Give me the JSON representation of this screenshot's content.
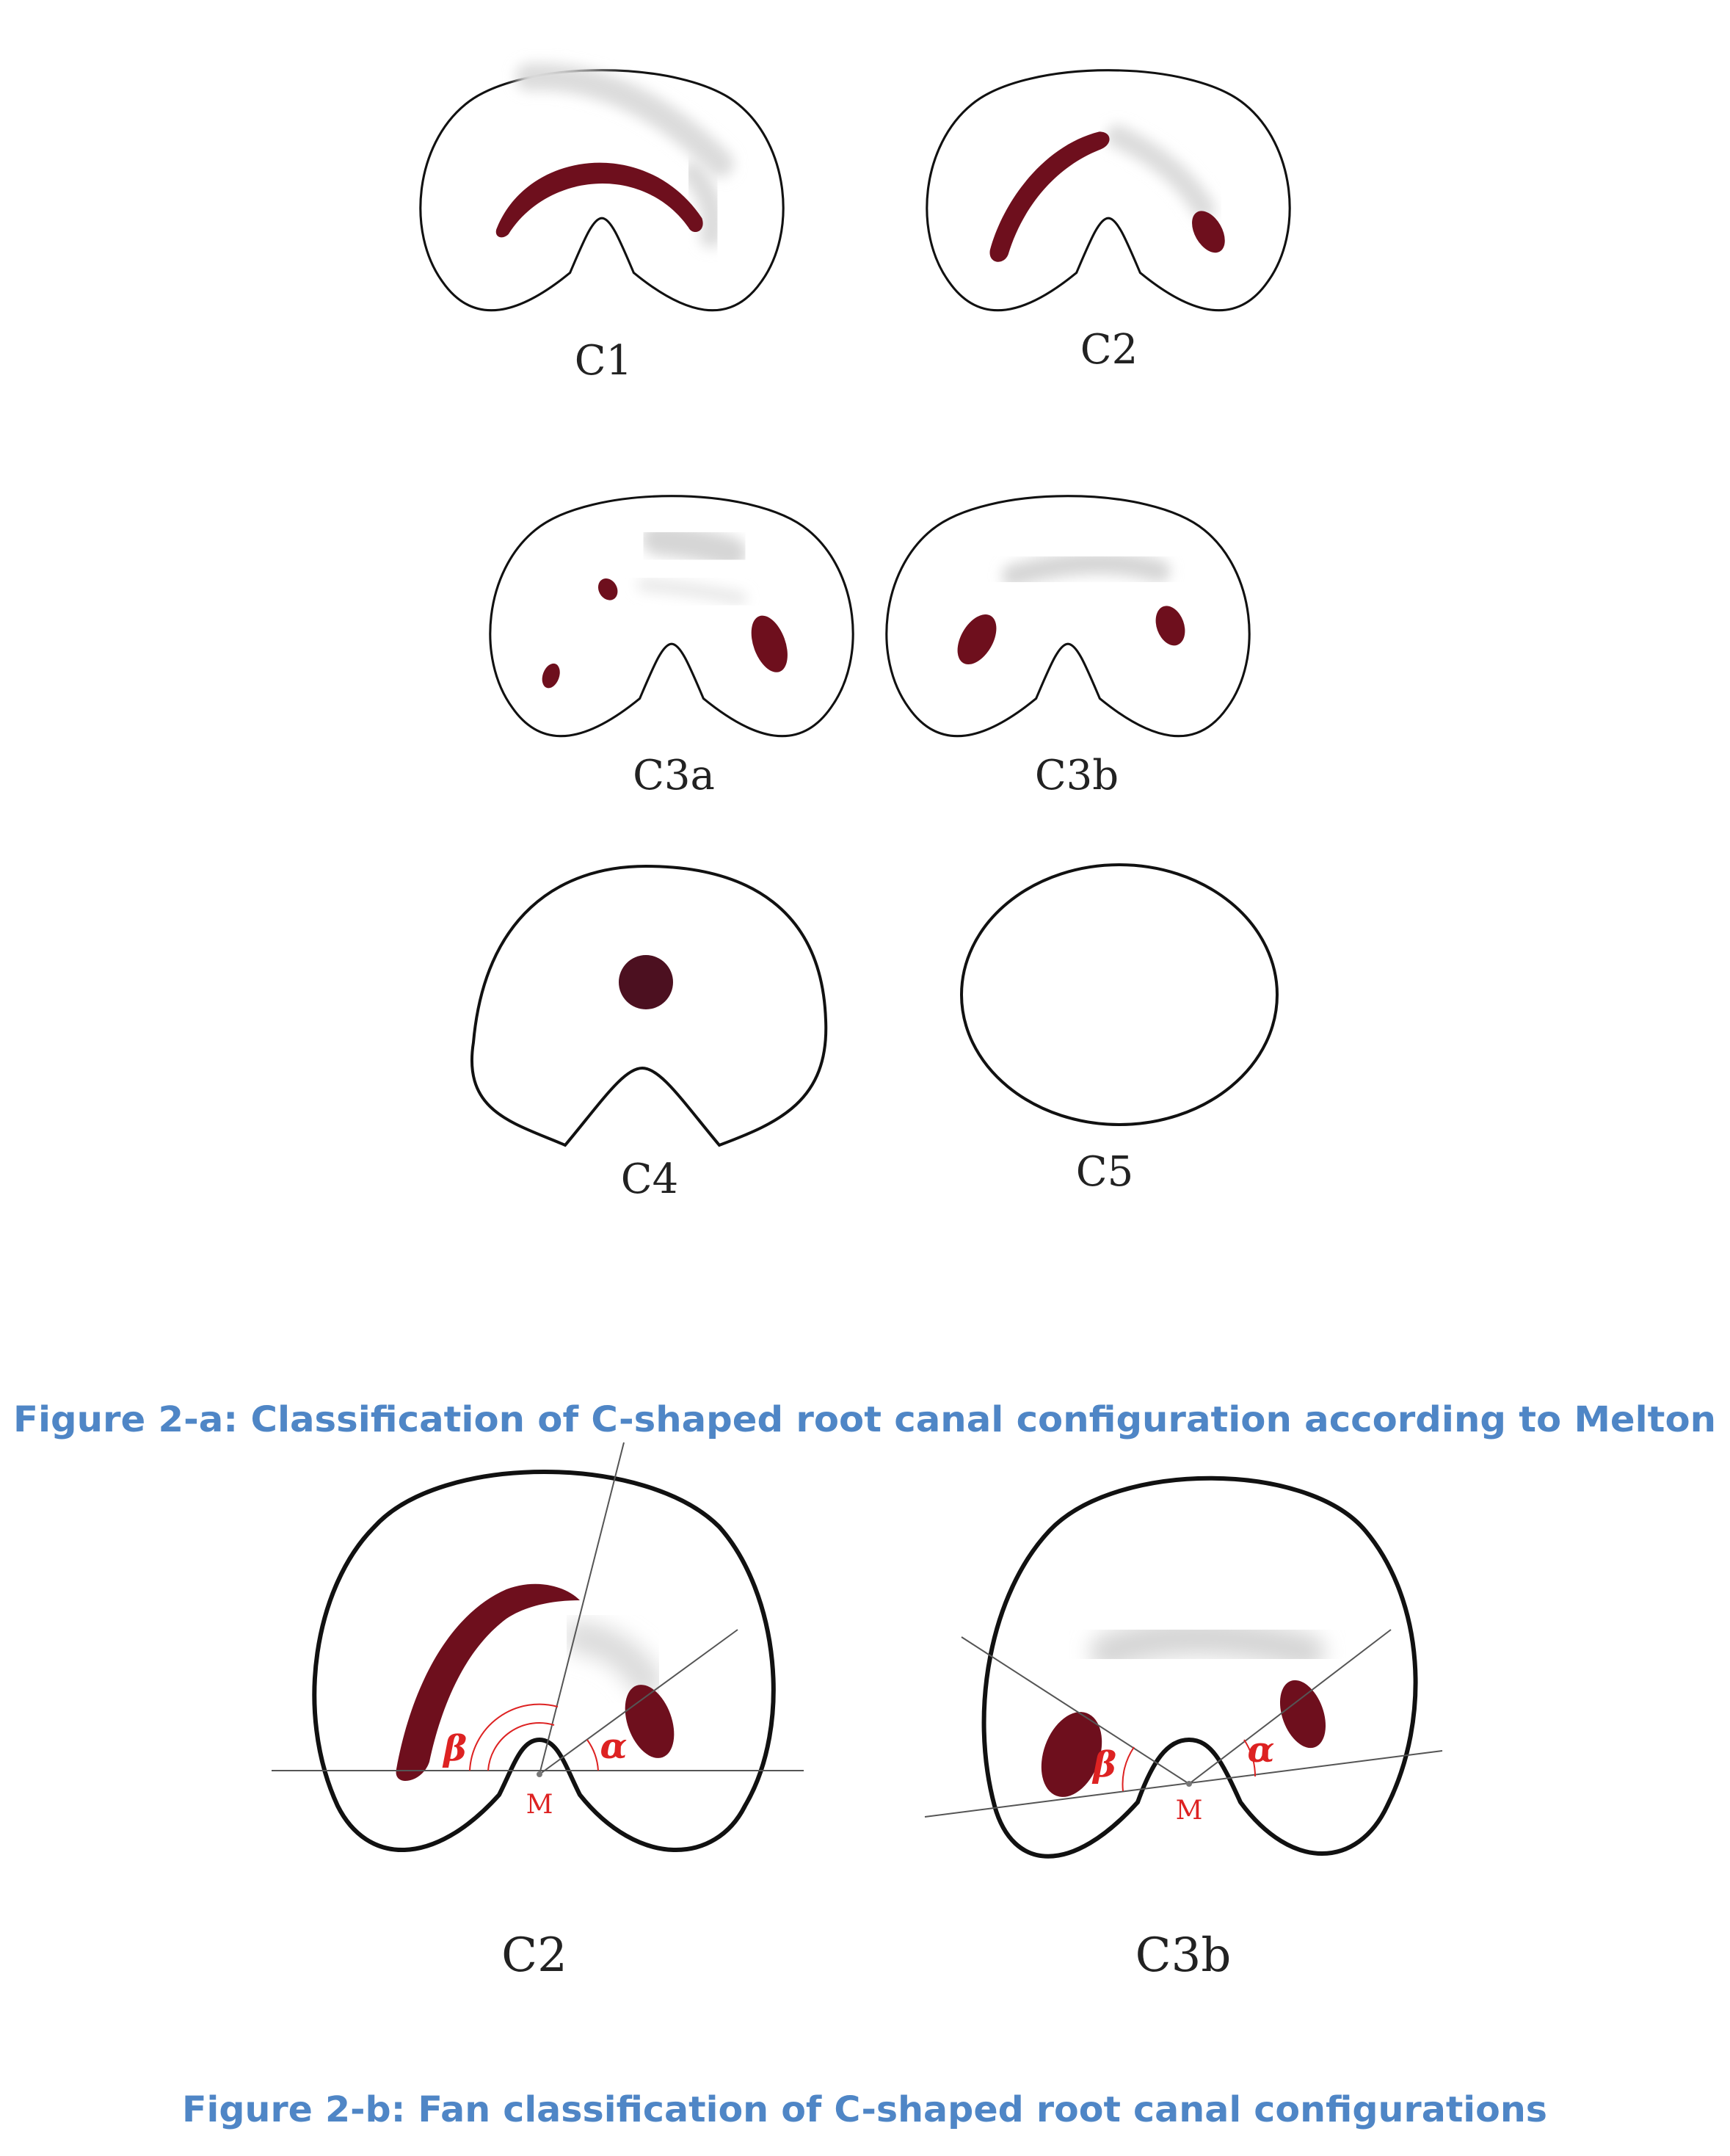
{
  "colors": {
    "canal": "#6e0f1d",
    "outline": "#111111",
    "caption": "#4f86c6",
    "angle": "#dd2222",
    "haze": "#dcdcdc"
  },
  "figure_a": {
    "labels": {
      "c1": "C1",
      "c2": "C2",
      "c3a": "C3a",
      "c3b": "C3b",
      "c4": "C4",
      "c5": "C5"
    },
    "caption": "Figure 2-a: Classification of C-shaped root canal configuration according to Melton"
  },
  "figure_b": {
    "labels": {
      "c2": "C2",
      "c3b": "C3b"
    },
    "angle_labels": {
      "beta": "β",
      "alpha": "α",
      "center": "M"
    },
    "caption": "Figure 2-b: Fan classification of C-shaped root canal configurations"
  }
}
